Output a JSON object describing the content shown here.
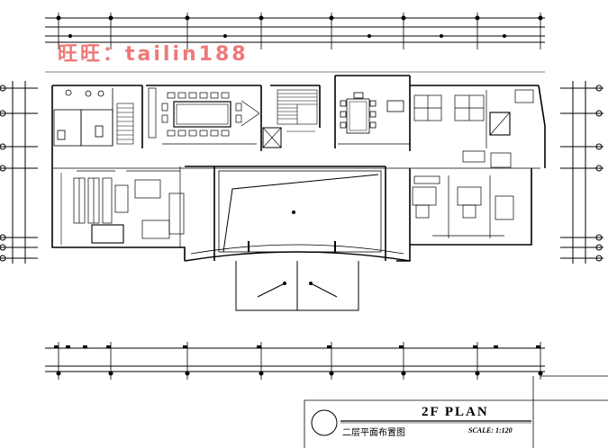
{
  "watermark": "旺旺：tailin188",
  "title_block": {
    "plan_title": "2F PLAN",
    "chinese_title": "二层平面布置图",
    "scale": "SCALE: 1:120"
  },
  "colors": {
    "line": "#000000",
    "watermark": "#f07878",
    "background": "#ffffff"
  }
}
